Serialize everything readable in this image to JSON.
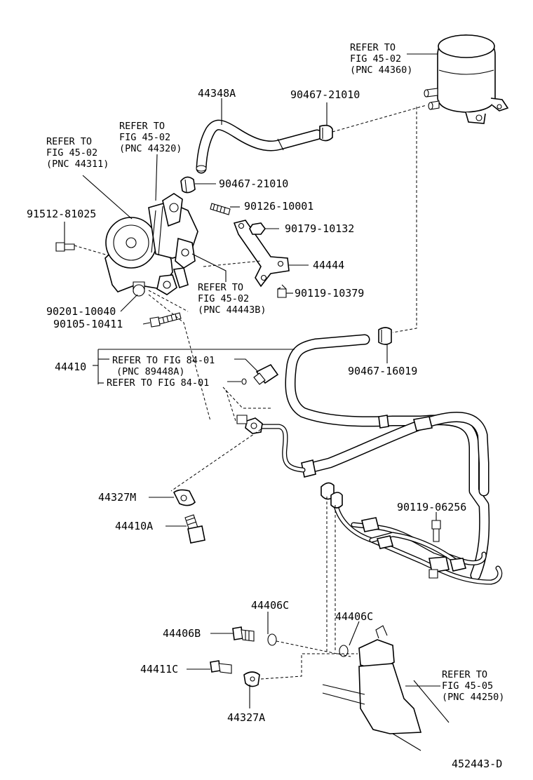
{
  "diagram_id": "452443-D",
  "labels": {
    "ref_reservoir": [
      "REFER TO",
      "FIG 45-02",
      "(PNC 44360)"
    ],
    "ref_pump_body": [
      "REFER TO",
      "FIG 45-02",
      "(PNC 44320)"
    ],
    "ref_pump": [
      "REFER TO",
      "FIG 45-02",
      "(PNC 44311)"
    ],
    "ref_bracket": [
      "REFER TO",
      "FIG 45-02",
      "(PNC 44443B)"
    ],
    "ref_gear": [
      "REFER TO",
      "FIG 45-05",
      "(PNC 44250)"
    ],
    "ref_switch": [
      "REFER TO FIG 84-01",
      "(PNC 89448A)"
    ],
    "ref_switch2": "REFER TO FIG 84-01",
    "p_44348A": "44348A",
    "p_90467_21010_top": "90467-21010",
    "p_90467_21010": "90467-21010",
    "p_90126_10001": "90126-10001",
    "p_90179_10132": "90179-10132",
    "p_44444": "44444",
    "p_90119_10379": "90119-10379",
    "p_91512_81025": "91512-81025",
    "p_90201_10040": "90201-10040",
    "p_90105_10411": "90105-10411",
    "p_44410": "44410",
    "p_90467_16019": "90467-16019",
    "p_44327M": "44327M",
    "p_44410A": "44410A",
    "p_90119_06256": "90119-06256",
    "p_44406C_a": "44406C",
    "p_44406C_b": "44406C",
    "p_44406B": "44406B",
    "p_44411C": "44411C",
    "p_44327A": "44327A"
  }
}
